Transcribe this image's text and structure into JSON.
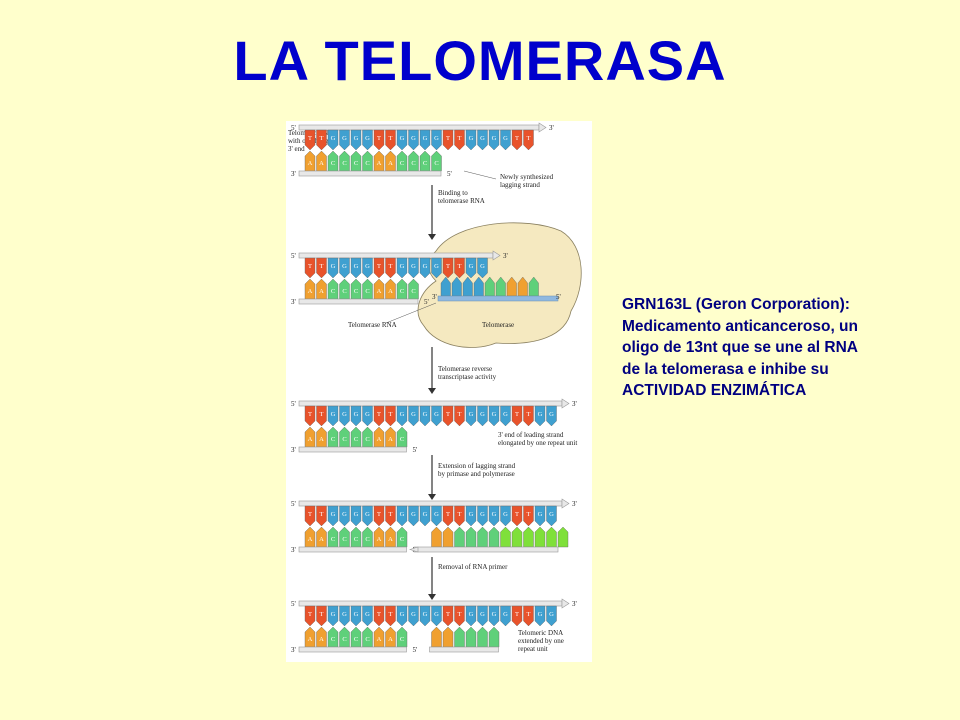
{
  "title": "LA TELOMERASA",
  "note_lines": [
    "GRN163L (Geron Corporation):",
    "Medicamento anticanceroso, un",
    "oligo de 13nt que se une al RNA",
    "de la telomerasa e inhibe su",
    "ACTIVIDAD ENZIMÁTICA"
  ],
  "strand_ends": {
    "five": "5'",
    "three": "3'"
  },
  "labels": {
    "telomeric_dna": [
      "Telomeric DNA",
      "with overhanging",
      "3' end"
    ],
    "newly_synthesized": [
      "Newly synthesized",
      "lagging strand"
    ],
    "binding": [
      "Binding to",
      "telomerase RNA"
    ],
    "telomerase_rna": "Telomerase RNA",
    "telomerase": "Telomerase",
    "reverse_transcriptase": [
      "Telomerase reverse",
      "transcriptase activity"
    ],
    "leading_end": [
      "3' end of leading strand",
      "elongated by one repeat unit"
    ],
    "extension": [
      "Extension of lagging strand",
      "by primase and polymerase"
    ],
    "removal": "Removal of RNA primer",
    "extended": [
      "Telomeric DNA",
      "extended by one",
      "repeat unit"
    ]
  },
  "bases": {
    "top_repeat": [
      "T",
      "T",
      "G",
      "G",
      "G",
      "G"
    ],
    "bottom_repeat": [
      "A",
      "A",
      "C",
      "C",
      "C",
      "C"
    ]
  },
  "colors": {
    "title": "#0000CC",
    "note": "#000080",
    "T": "#E8532B",
    "G": "#3FA0D0",
    "C": "#5FD07A",
    "A": "#F0A030",
    "rna": "#7FE03A",
    "telomerase": "#F5E9C0"
  }
}
